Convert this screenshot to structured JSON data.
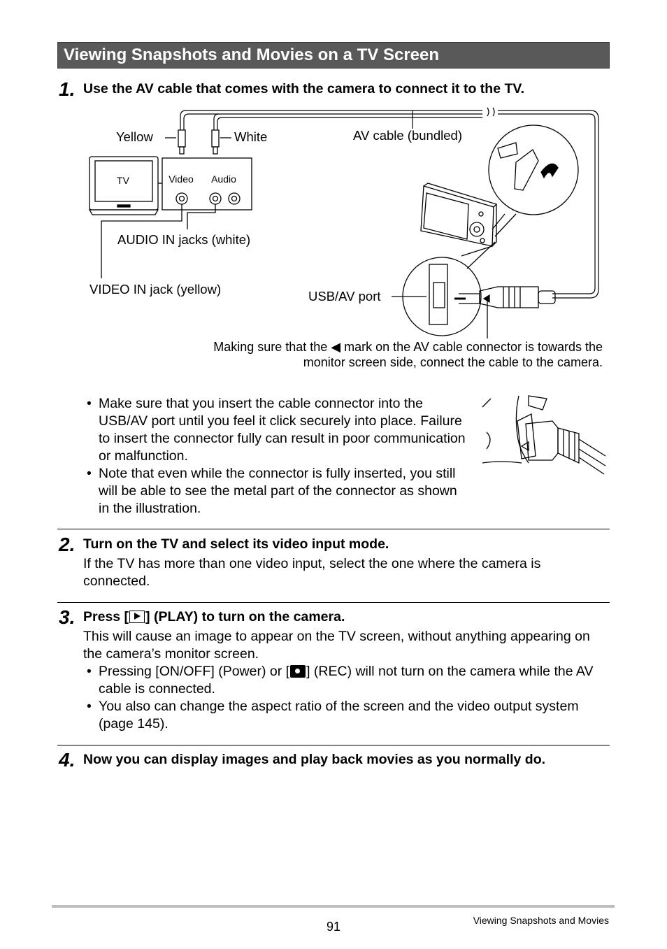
{
  "section": {
    "title": "Viewing Snapshots and Movies on a TV Screen"
  },
  "step1": {
    "number": "1.",
    "title": "Use the AV cable that comes with the camera to connect it to the TV."
  },
  "diagram": {
    "yellow": "Yellow",
    "white": "White",
    "av_cable": "AV cable (bundled)",
    "tv": "TV",
    "video": "Video",
    "audio": "Audio",
    "audio_in": "AUDIO IN jacks (white)",
    "video_in": "VIDEO IN jack (yellow)",
    "usb_av_port": "USB/AV port",
    "caption_line1": "Making sure that the ◀ mark on the AV cable connector is towards the",
    "caption_line2": "monitor screen side, connect the cable to the camera."
  },
  "step1_notes": {
    "bullet1": "Make sure that you insert the cable connector into the USB/AV port until you feel it click securely into place. Failure to insert the connector fully can result in poor communication or malfunction.",
    "bullet2": "Note that even while the connector is fully inserted, you still will be able to see the metal part of the connector as shown in the illustration."
  },
  "step2": {
    "number": "2.",
    "title": "Turn on the TV and select its video input mode.",
    "body": "If the TV has more than one video input, select the one where the camera is connected."
  },
  "step3": {
    "number": "3.",
    "title_pre": "Press [",
    "title_post": "] (PLAY) to turn on the camera.",
    "play_icon": "play-icon",
    "body": "This will cause an image to appear on the TV screen, without anything appearing on the camera’s monitor screen.",
    "bullet1_pre": "Pressing [ON/OFF] (Power) or [",
    "bullet1_post": "] (REC) will not turn on the camera while the AV cable is connected.",
    "rec_icon": "camera-icon",
    "bullet2": "You also can change the aspect ratio of the screen and the video output system (page 145)."
  },
  "step4": {
    "number": "4.",
    "title": "Now you can display images and play back movies as you normally do."
  },
  "footer": {
    "page_number": "91",
    "chapter": "Viewing Snapshots and Movies"
  }
}
